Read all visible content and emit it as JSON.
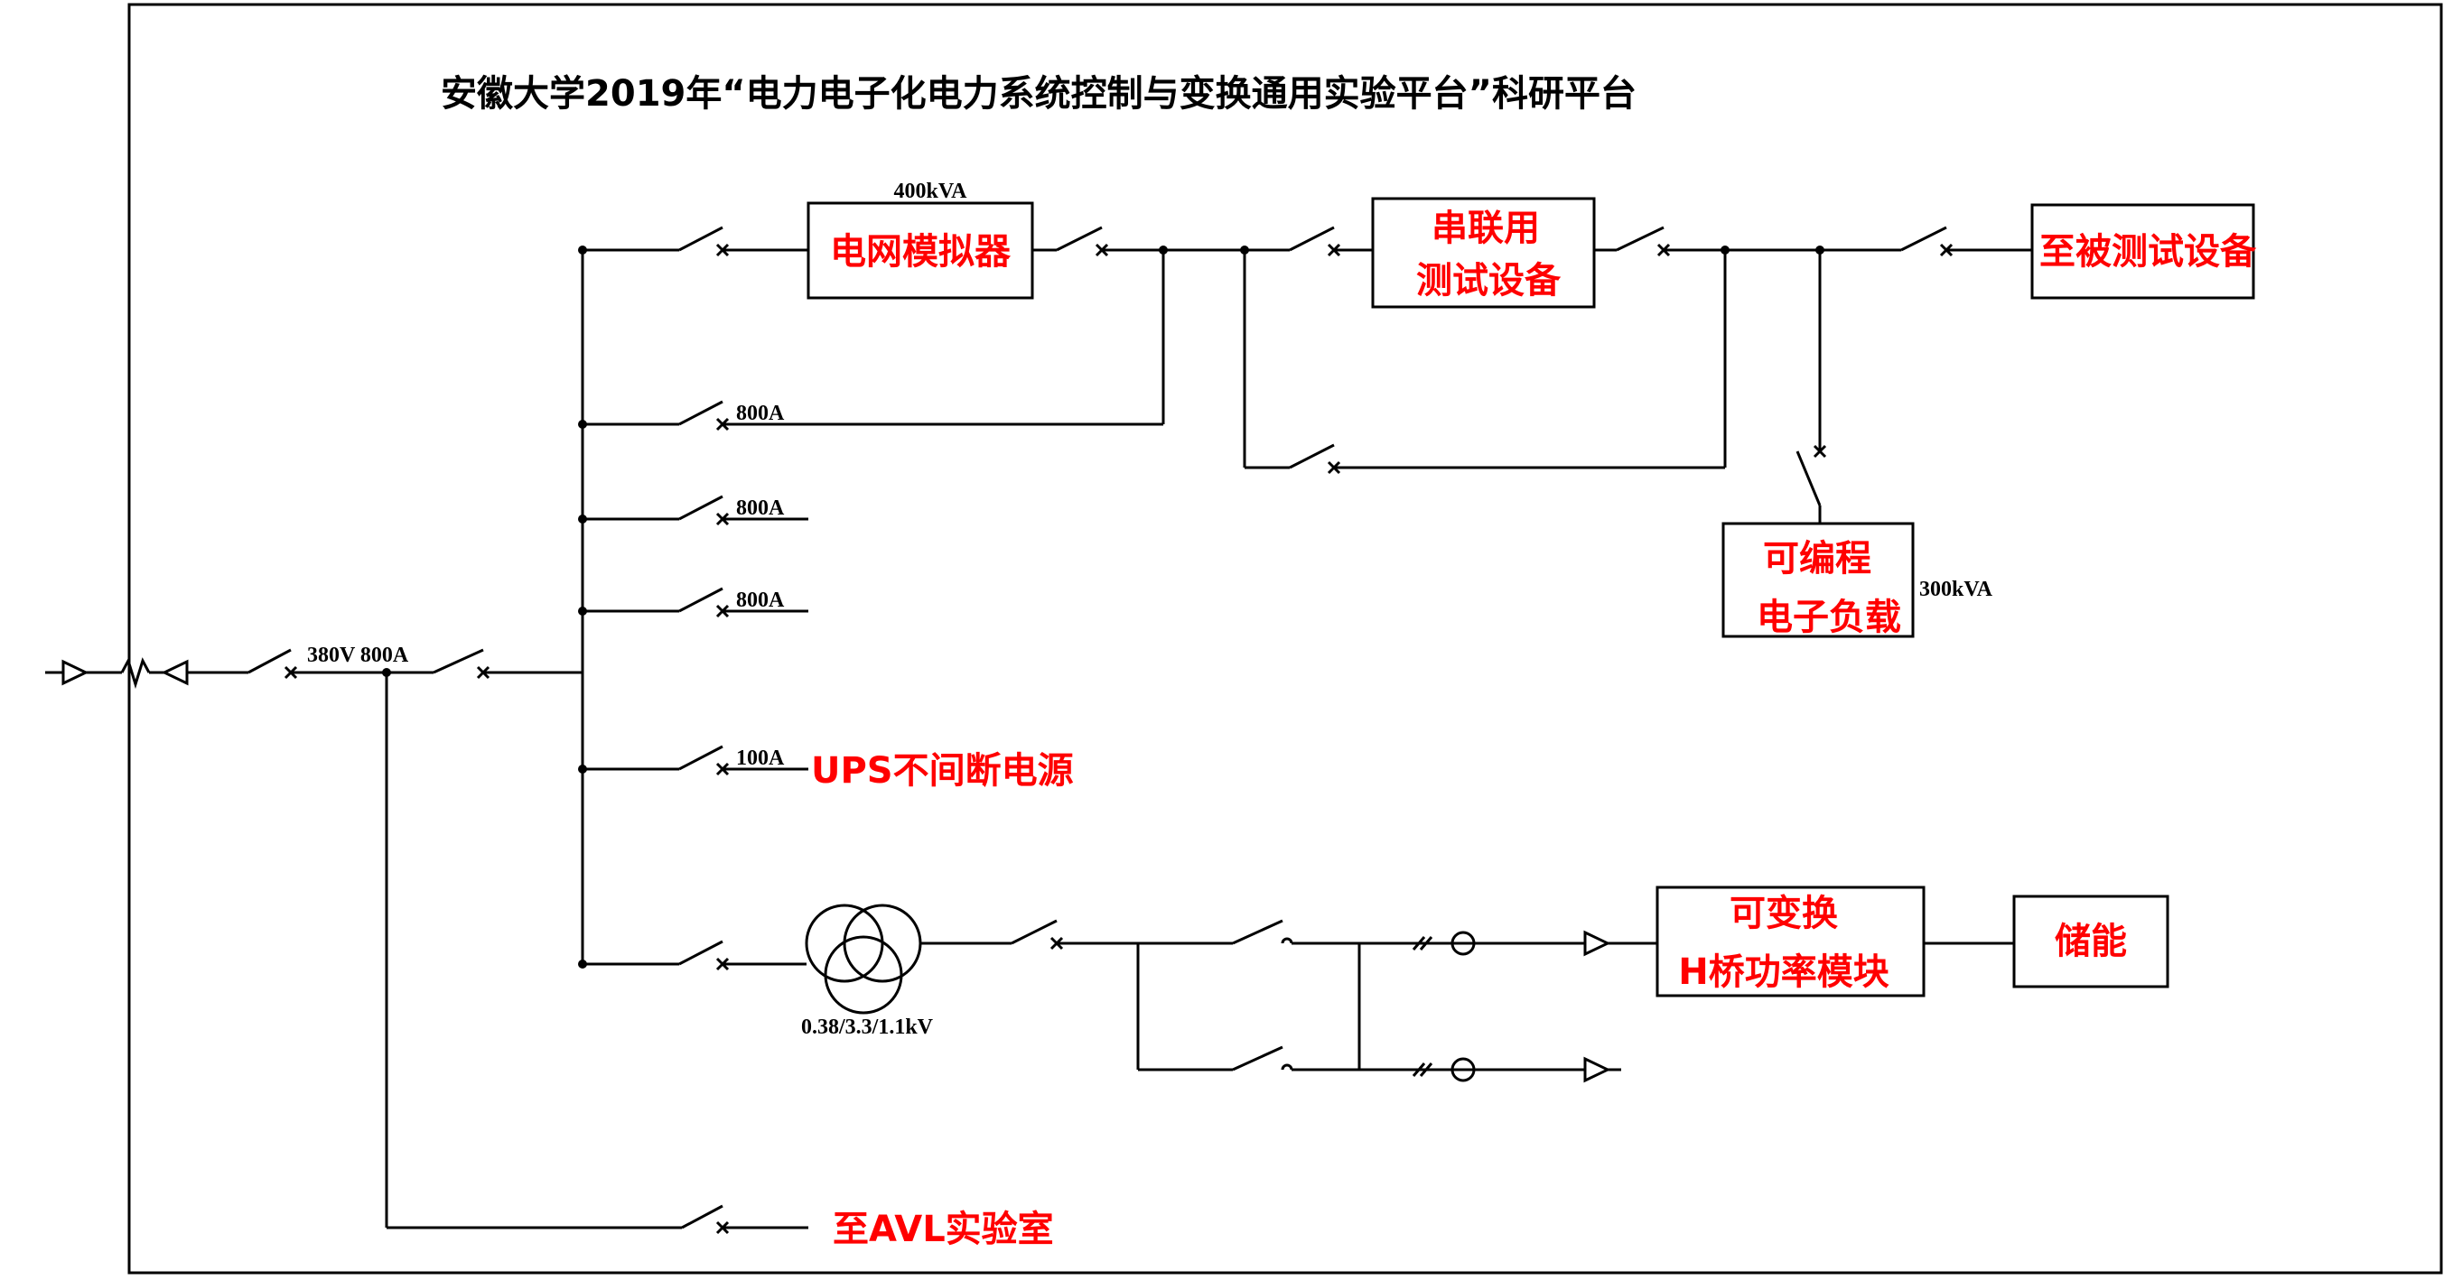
{
  "title": "安徽大学2019年“电力电子化电力系统控制与变换通用实验平台”科研平台",
  "colors": {
    "line": "#000000",
    "label": "#ff0000"
  },
  "boxes": {
    "grid_simulator": {
      "label": "电网模拟器",
      "rating": "400kVA"
    },
    "series_test": {
      "line1": "串联用",
      "line2": "测试设备"
    },
    "to_dut": {
      "label": "至被测试设备"
    },
    "programmable_load": {
      "line1": "可编程",
      "line2": "电子负载",
      "rating": "300kVA"
    },
    "h_bridge": {
      "line1": "可变换",
      "line2": "H桥功率模块"
    },
    "storage": {
      "label": "储能"
    }
  },
  "branches": {
    "b2_rating": "800A",
    "b3_rating": "800A",
    "b4_rating": "800A",
    "ups_rating": "100A",
    "ups_label": "UPS不间断电源"
  },
  "incoming": {
    "rating": "380V 800A"
  },
  "transformer": {
    "rating": "0.38/3.3/1.1kV"
  },
  "avl": {
    "label": "至AVL实验室"
  }
}
